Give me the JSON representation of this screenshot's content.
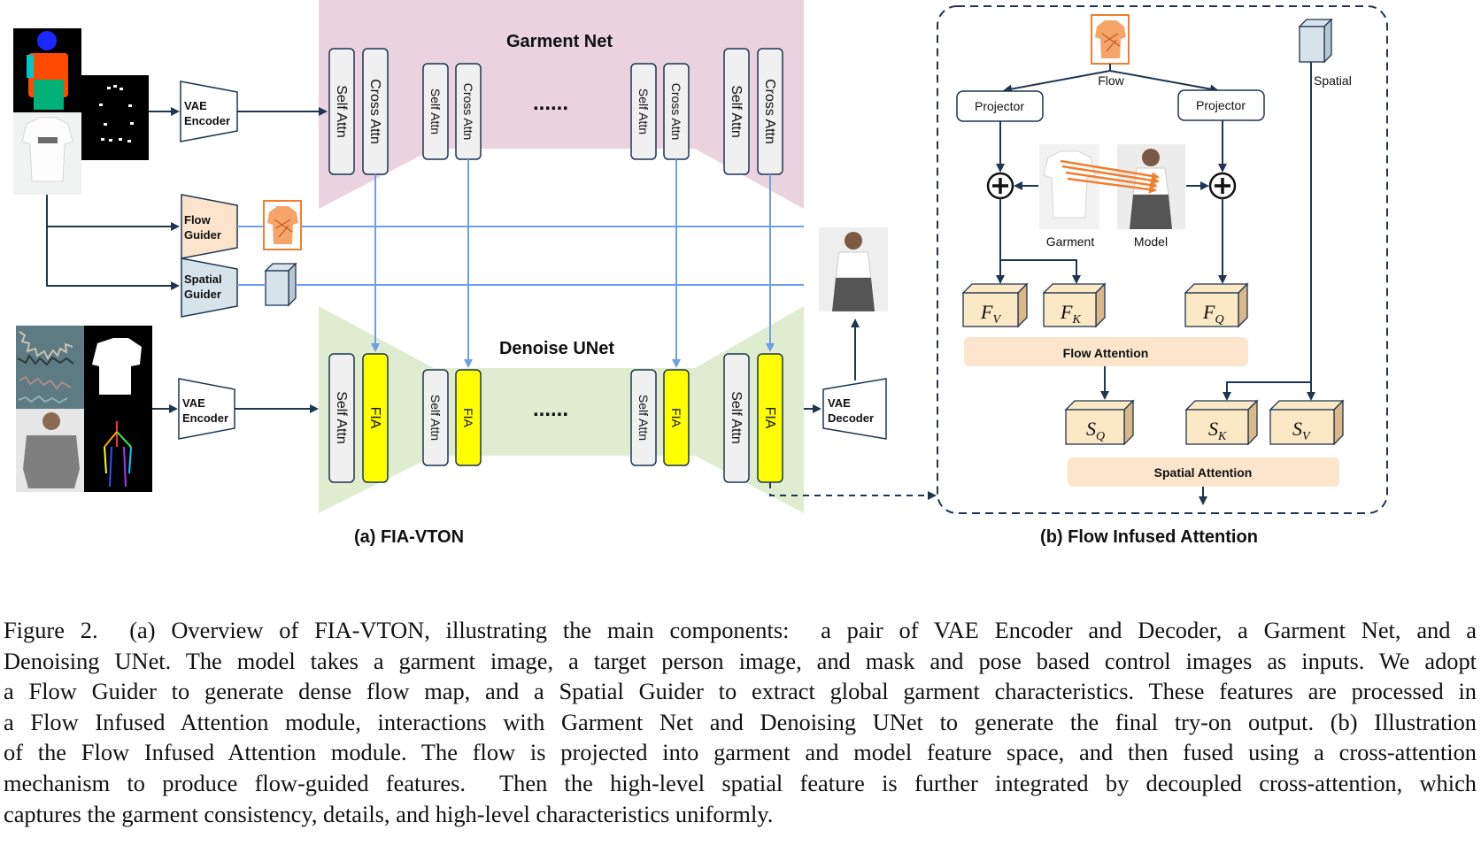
{
  "panel_a": {
    "title": "(a) FIA-VTON",
    "garment_net": "Garment Net",
    "denoise_unet": "Denoise UNet",
    "vae_encoder_top": [
      "VAE",
      "Encoder"
    ],
    "vae_encoder_bottom": [
      "VAE",
      "Encoder"
    ],
    "vae_decoder": [
      "VAE",
      "Decoder"
    ],
    "flow_guider": [
      "Flow",
      "Guider"
    ],
    "spatial_guider": [
      "Spatial",
      "Guider"
    ],
    "self_attn": "Self Attn",
    "cross_attn": "Cross Attn",
    "fia": "FIA",
    "ellipsis": "......"
  },
  "panel_b": {
    "title": "(b) Flow Infused Attention",
    "flow": "Flow",
    "spatial": "Spatial",
    "projector_left": "Projector",
    "projector_right": "Projector",
    "garment": "Garment",
    "model": "Model",
    "flow_attention": "Flow Attention",
    "spatial_attention": "Spatial Attention",
    "fv": {
      "main": "F",
      "sub": "V"
    },
    "fk": {
      "main": "F",
      "sub": "K"
    },
    "fq": {
      "main": "F",
      "sub": "Q"
    },
    "sq": {
      "main": "S",
      "sub": "Q"
    },
    "sk": {
      "main": "S",
      "sub": "K"
    },
    "sv": {
      "main": "S",
      "sub": "V"
    }
  },
  "caption": {
    "lines": [
      "Figure 2.  (a) Overview of FIA-VTON, illustrating the main components:  a pair of VAE Encoder and Decoder, a Garment Net, and a",
      "Denoising UNet. The model takes a garment image, a target person image, and mask and pose based control images as inputs. We adopt",
      "a Flow Guider to generate dense flow map, and a Spatial Guider to extract global garment characteristics. These features are processed in",
      "a Flow Infused Attention module, interactions with Garment Net and Denoising UNet to generate the final try-on output. (b) Illustration",
      "of the Flow Infused Attention module. The flow is projected into garment and model feature space, and then fused using a cross-attention",
      "mechanism to produce flow-guided features.  Then the high-level spatial feature is further integrated by decoupled cross-attention, which",
      "captures the garment consistency, details, and high-level characteristics uniformly."
    ]
  },
  "colors": {
    "garment_net_bg": "#ead3de",
    "denoise_bg": "#dfeccf",
    "fia_yellow": "#ffff00",
    "flow_guider": "#fbe3cc",
    "spatial_guider": "#d6e3ea",
    "attention_bar": "#fbe5cc",
    "feature_cube": "#fbe8c4",
    "arrow_dark": "#1f3550",
    "arrow_blue": "#6d9ee8",
    "flow_orange": "#f07f2f"
  },
  "icons": [
    "garment-flow-thumbnail",
    "spatial-cube-icon",
    "plus-circle-icon",
    "person-photo",
    "garment-photo",
    "noise-image",
    "mask-image",
    "pose-image",
    "keypoints-image",
    "segmentation-image"
  ]
}
